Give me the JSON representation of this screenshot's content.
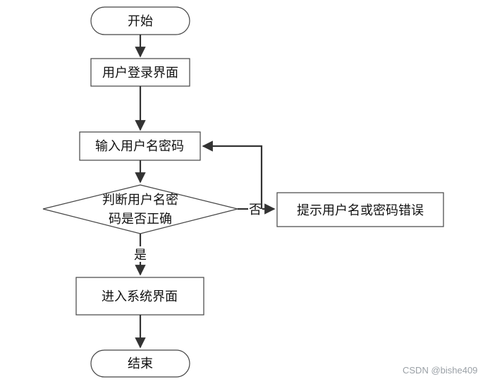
{
  "diagram": {
    "nodes": {
      "start": "开始",
      "login": "用户登录界面",
      "input": "输入用户名密码",
      "decision_line1": "判断用户名密",
      "decision_line2": "码是否正确",
      "error": "提示用户名或密码错误",
      "enter": "进入系统界面",
      "end": "结束"
    },
    "edges": {
      "no_label": "否",
      "yes_label": "是"
    }
  },
  "watermark": "CSDN @bishe409"
}
